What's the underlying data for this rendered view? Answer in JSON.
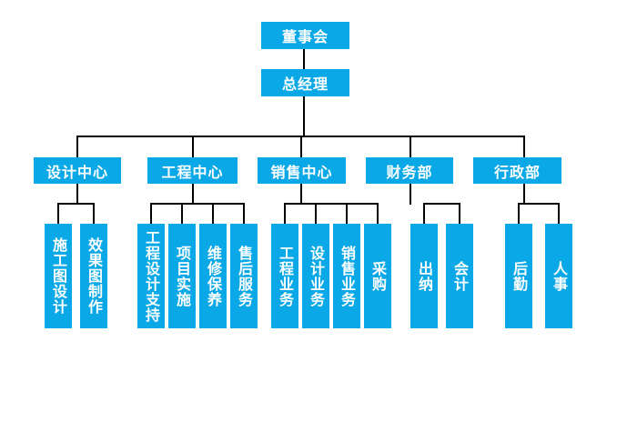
{
  "org": {
    "board": "董事会",
    "gm": "总经理",
    "departments": [
      {
        "name": "设计中心",
        "units": [
          "施工图设计",
          "效果图制作"
        ]
      },
      {
        "name": "工程中心",
        "units": [
          "工程设计支持",
          "项目实施",
          "维修保养",
          "售后服务"
        ]
      },
      {
        "name": "销售中心",
        "units": [
          "工程业务",
          "设计业务",
          "销售业务",
          "采购"
        ]
      },
      {
        "name": "财务部",
        "units": [
          "出纳",
          "会计"
        ]
      },
      {
        "name": "行政部",
        "units": [
          "后勤",
          "人事"
        ]
      }
    ]
  },
  "colors": {
    "box": "#0aa8e6",
    "line": "#000000",
    "text": "#ffffff"
  }
}
